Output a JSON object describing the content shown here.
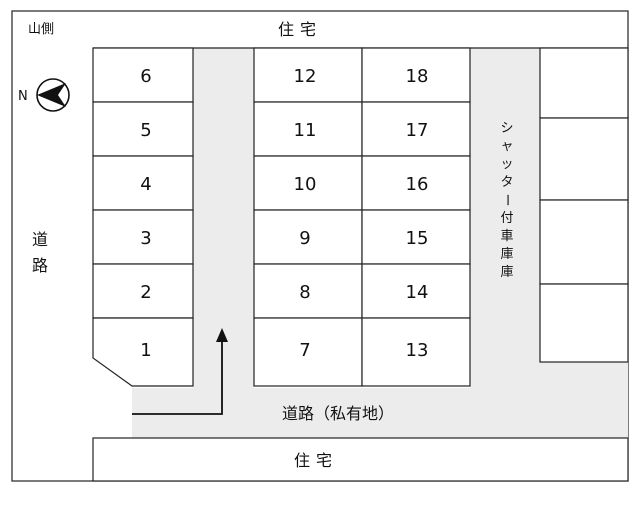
{
  "labels": {
    "top_left": "山側",
    "top_housing": "住宅",
    "bottom_housing": "住宅",
    "left_road_chars": [
      "道",
      "路"
    ],
    "bottom_road": "道路（私有地）",
    "garage_chars": [
      "シ",
      "ャ",
      "ッ",
      "タ",
      "ー",
      "付",
      "車",
      "庫",
      "庫"
    ],
    "compass": "N"
  },
  "lots": {
    "left_column": [
      "6",
      "5",
      "4",
      "3",
      "2",
      "1"
    ],
    "middle_column": [
      "12",
      "11",
      "10",
      "9",
      "8",
      "7"
    ],
    "right_column": [
      "18",
      "17",
      "16",
      "15",
      "14",
      "13"
    ]
  },
  "colors": {
    "road": "#ececec",
    "line": "#222222"
  },
  "icons": {
    "compass": "north-compass-icon",
    "entry_arrow": "up-arrow-icon"
  }
}
